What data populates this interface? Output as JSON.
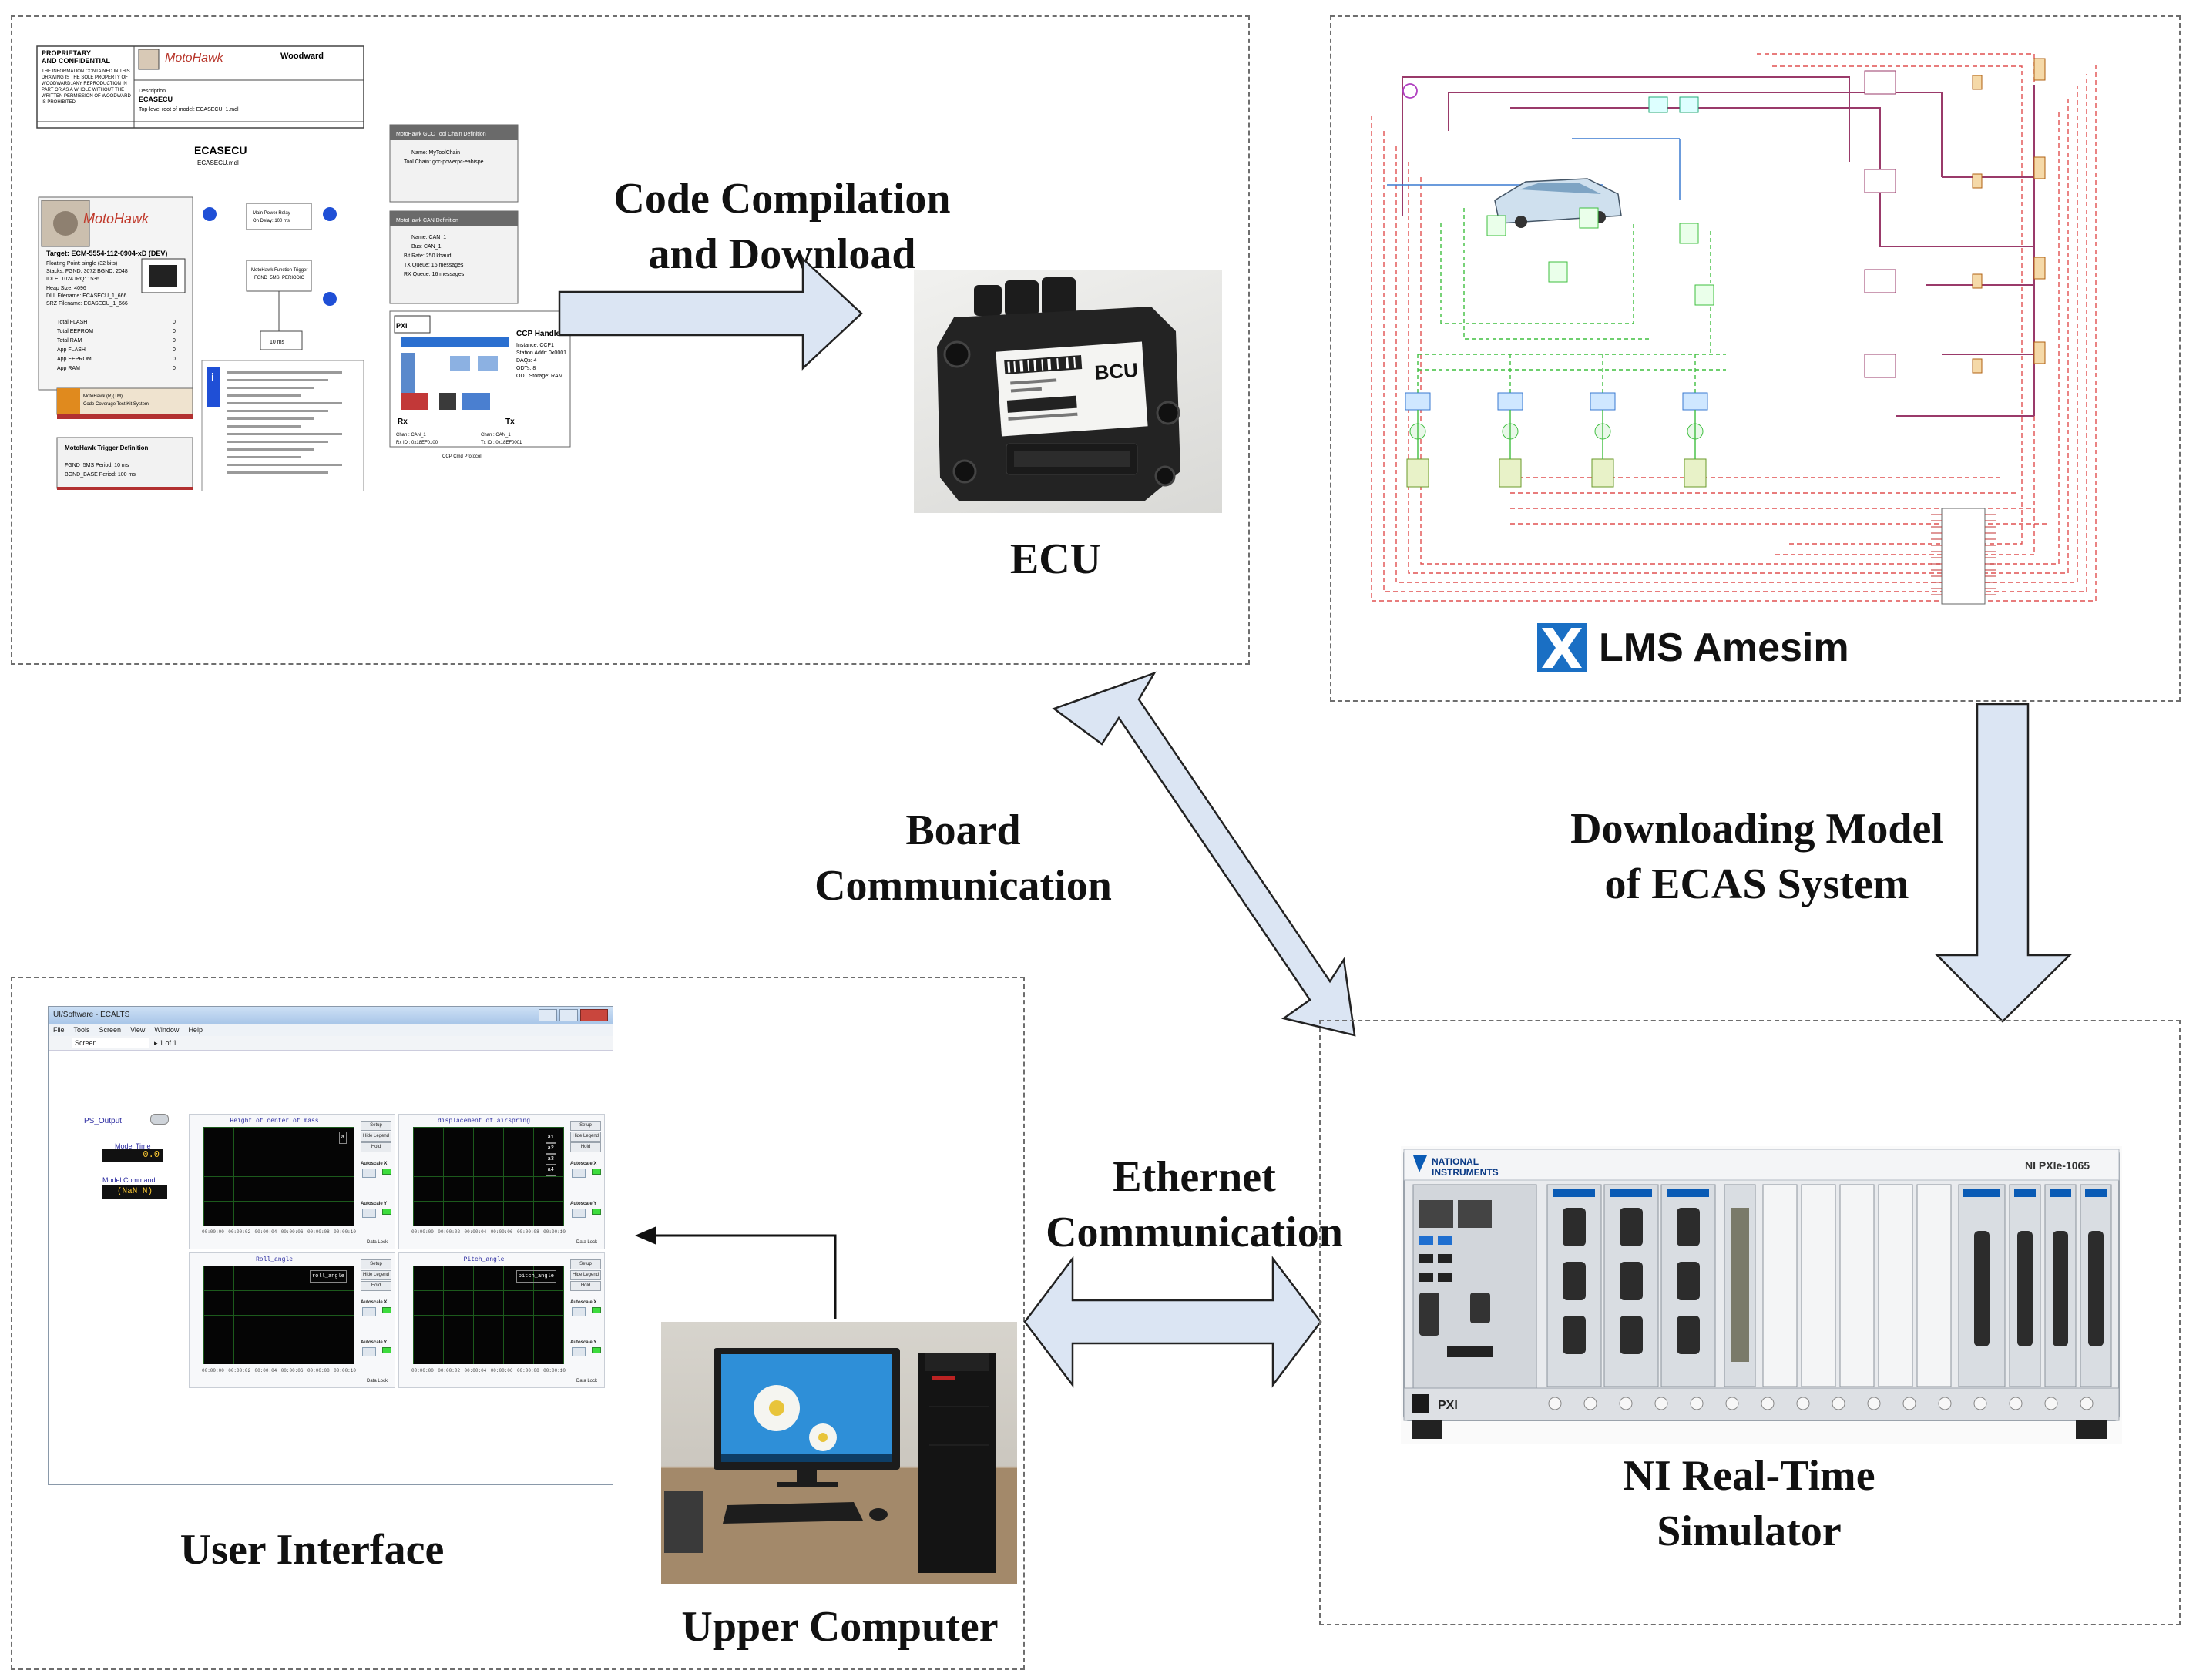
{
  "labels": {
    "code_compilation_line1": "Code Compilation",
    "code_compilation_line2": "and Download",
    "ecu": "ECU",
    "lms_amesim": "LMS Amesim",
    "board_comm_line1": "Board",
    "board_comm_line2": "Communication",
    "downloading_line1": "Downloading Model",
    "downloading_line2": "of ECAS System",
    "ethernet_line1": "Ethernet",
    "ethernet_line2": "Communication",
    "ni_simulator_line1": "NI Real-Time",
    "ni_simulator_line2": "Simulator",
    "user_interface": "User Interface",
    "upper_computer": "Upper Computer"
  },
  "motohawk_doc": {
    "title": "ECASECU",
    "subtitle": "ECASECU.mdl",
    "brand": "MotoHawk",
    "company": "Woodward",
    "target_line": "Target:  ECM-5554-112-0904-xD (DEV)",
    "memory_rows": [
      "Total FLASH",
      "Total EEPROM",
      "Total RAM",
      "App FLASH",
      "App EEPROM",
      "App RAM"
    ],
    "toolchain_title": "MotoHawk GCC Tool Chain Definition",
    "can_title": "MotoHawk CAN Definition",
    "ccp_title": "CCP Handler",
    "trigger_title": "MotoHawk Trigger Definition",
    "rx": "Rx",
    "tx": "Tx"
  },
  "ecu_photo": {
    "sticker_text": "BCU"
  },
  "user_interface_screen": {
    "window_title": "UI/Software - ECALTS",
    "menu_items": [
      "File",
      "Tools",
      "Screen",
      "View",
      "Window",
      "Help"
    ],
    "combo_value": "Screen",
    "ps_output": "PS_Output",
    "model_time_label": "Model Time",
    "model_time_value": "0.0",
    "model_command_label": "Model Command",
    "model_command_value": "(NaN N)",
    "plots": [
      {
        "title": "Height of center of mass",
        "legend": [
          "a"
        ]
      },
      {
        "title": "displacement of airspring",
        "legend": [
          "a1",
          "a2",
          "a3",
          "a4"
        ]
      },
      {
        "title": "Roll_angle",
        "legend": [
          "roll_angle"
        ]
      },
      {
        "title": "Pitch_angle",
        "legend": [
          "pitch_angle"
        ]
      }
    ],
    "side_buttons": [
      "Setup",
      "Hide Legend",
      "Hold"
    ],
    "autoscale_x": "Autoscale X",
    "autoscale_y": "Autoscale Y",
    "data_lock": "Data Lock"
  },
  "ni_chassis": {
    "brand_line1": "NATIONAL",
    "brand_line2": "INSTRUMENTS",
    "model": "NI PXIe-1065",
    "pxi_badge": "PXI"
  },
  "colors": {
    "arrow_fill": "#dbe5f3",
    "arrow_stroke": "#222222",
    "panel_border": "#6e6e6e",
    "amesim_blue": "#1a6fc4"
  }
}
